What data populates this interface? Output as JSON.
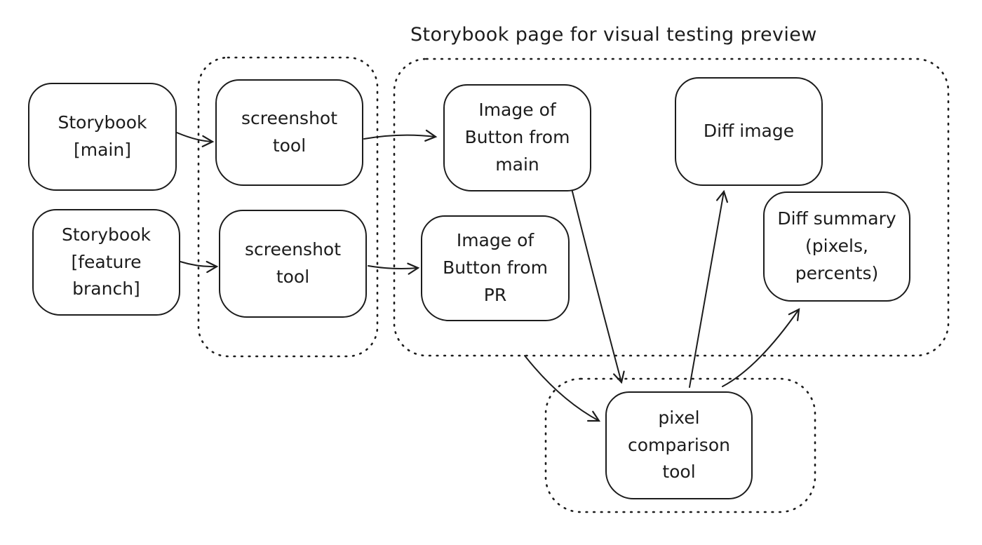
{
  "colors": {
    "stroke": "#1c1c1c",
    "background": "#ffffff"
  },
  "title": "Storybook page for visual testing preview",
  "nodes": {
    "storybook_main": {
      "label": "Storybook\n[main]"
    },
    "storybook_feature": {
      "label": "Storybook\n[feature\nbranch]"
    },
    "screenshot_tool_top": {
      "label": "screenshot\ntool"
    },
    "screenshot_tool_bottom": {
      "label": "screenshot\ntool"
    },
    "image_button_main": {
      "label": "Image of\nButton from\nmain"
    },
    "image_button_pr": {
      "label": "Image of\nButton from\nPR"
    },
    "diff_image": {
      "label": "Diff image"
    },
    "diff_summary": {
      "label": "Diff summary\n(pixels,\npercents)"
    },
    "pixel_comparison_tool": {
      "label": "pixel\ncomparison\ntool"
    }
  }
}
